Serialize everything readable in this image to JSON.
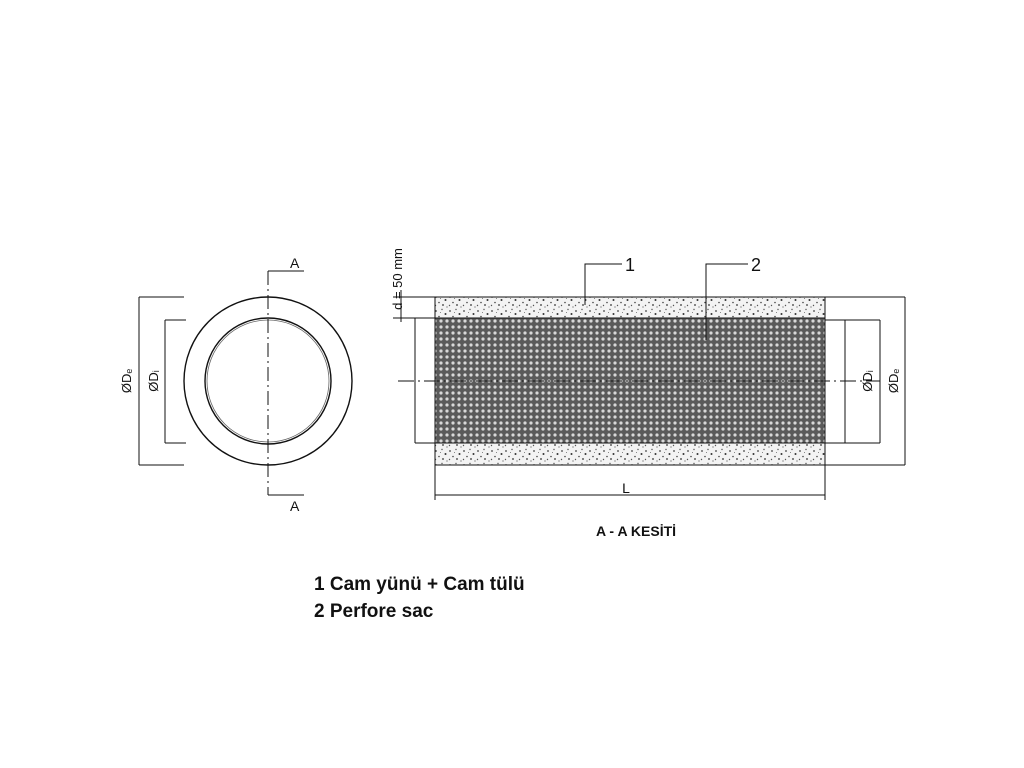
{
  "front_view": {
    "section_mark": "A",
    "dim_outer": "ØDₑ",
    "dim_inner": "ØDᵢ"
  },
  "section_view": {
    "thickness_label": "d = 50 mm",
    "callout_1": "1",
    "callout_2": "2",
    "length_label": "L",
    "dim_inner": "ØDᵢ",
    "dim_outer": "ØDₑ",
    "caption": "A - A KESİTİ"
  },
  "legend": {
    "item_1": "1 Cam yünü + Cam tülü",
    "item_2": "2 Perfore sac"
  }
}
